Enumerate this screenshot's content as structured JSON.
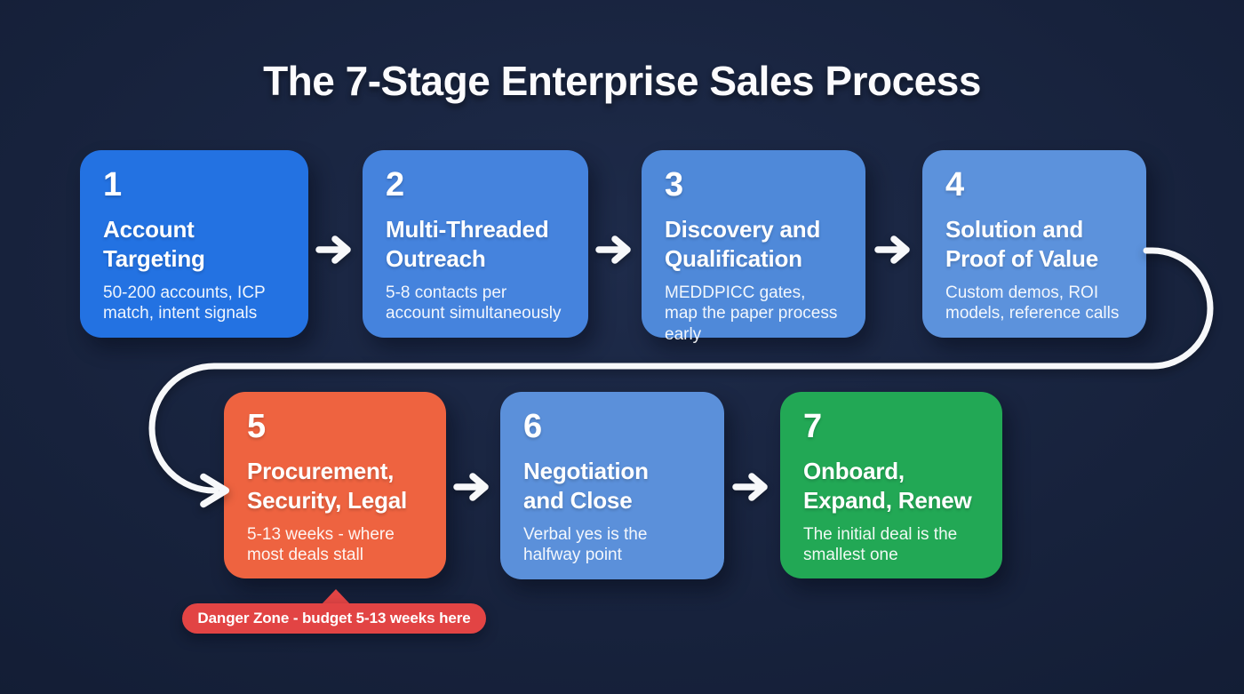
{
  "title": "The 7-Stage Enterprise Sales Process",
  "colors": {
    "background": "#17223c",
    "connector_white": "#f7f8fa",
    "callout_red": "#e24444"
  },
  "stages": [
    {
      "number": "1",
      "title": "Account Targeting",
      "title_lines": [
        "Account",
        "Targeting"
      ],
      "description": "50-200 accounts, ICP match, intent signals",
      "color": "#2372e2"
    },
    {
      "number": "2",
      "title": "Multi-Threaded Outreach",
      "title_lines": [
        "Multi-Threaded",
        "Outreach"
      ],
      "description": "5-8 contacts per account simultaneously",
      "color": "#4583dd"
    },
    {
      "number": "3",
      "title": "Discovery and Qualification",
      "title_lines": [
        "Discovery and",
        "Qualification"
      ],
      "description": "MEDDPICC gates, map the paper process early",
      "color": "#4f89d9"
    },
    {
      "number": "4",
      "title": "Solution and Proof of Value",
      "title_lines": [
        "Solution and",
        "Proof of Value"
      ],
      "description": "Custom demos, ROI models, reference calls",
      "color": "#5c92dc"
    },
    {
      "number": "5",
      "title": "Procurement, Security, Legal",
      "title_lines": [
        "Procurement,",
        "Security, Legal"
      ],
      "description": "5-13 weeks - where most deals stall",
      "color": "#ee6340"
    },
    {
      "number": "6",
      "title": "Negotiation and Close",
      "title_lines": [
        "Negotiation",
        "and Close"
      ],
      "description": "Verbal yes is the halfway point",
      "color": "#5b90da"
    },
    {
      "number": "7",
      "title": "Onboard, Expand, Renew",
      "title_lines": [
        "Onboard,",
        "Expand, Renew"
      ],
      "description": "The initial deal is the smallest one",
      "color": "#22a855"
    }
  ],
  "callout": {
    "label": "Danger Zone - budget 5-13 weeks here",
    "color": "#e24444"
  }
}
